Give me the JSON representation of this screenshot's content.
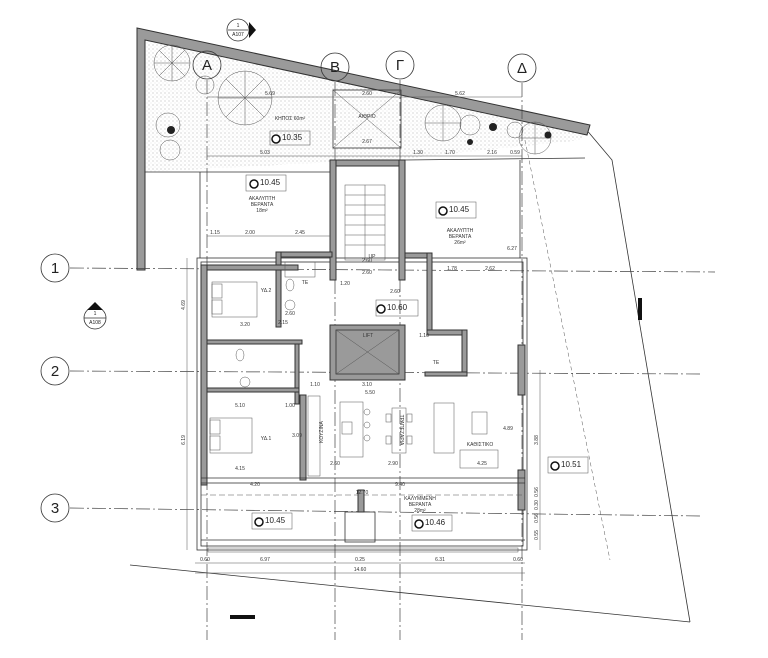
{
  "grid": {
    "columns": [
      "Α",
      "Β",
      "Γ",
      "Δ"
    ],
    "rows": [
      "1",
      "2",
      "3"
    ]
  },
  "section_markers": [
    {
      "number": "1",
      "sheet": "A107"
    },
    {
      "number": "1",
      "sheet": "A108"
    }
  ],
  "levels": [
    "10.35",
    "10.45",
    "10.45",
    "10.60",
    "10.51",
    "10.45",
    "10.46"
  ],
  "rooms": {
    "garden": "ΚΗΠΟΣ 60m²",
    "atrium": "ΑΙΘΡΙΟ",
    "veranda_open_left": [
      "ΑΚΑΛΥΠΤΗ",
      "ΒΕΡΑΝΤΑ",
      "18m²"
    ],
    "veranda_open_right": [
      "ΑΚΑΛΥΠΤΗ",
      "ΒΕΡΑΝΤΑ",
      "26m²"
    ],
    "bedroom2": "ΥΔ.2",
    "bedroom1": "ΥΔ.1",
    "wc1": "ΤΕ",
    "wc2": "ΤΕ",
    "lift": "LIFT",
    "stairs_up": "UP",
    "kitchen": "ΚΟΥΖΙΝΑ",
    "dining": "ΤΡΑΠΕΖΑΡΙΑ",
    "living": "ΚΑΘΙΣΤΙΚΟ",
    "veranda_covered": [
      "ΚΑΛΥΜΜΕΝΗ",
      "ΒΕΡΑΝΤΑ",
      "28m²"
    ]
  },
  "dimensions": {
    "top": [
      "5.69",
      "2.60",
      "5.62"
    ],
    "garden_bottom": [
      "5.03",
      "2.67",
      "1.30",
      "1.70",
      "2.16",
      "0.59"
    ],
    "veranda_row": [
      "1.15",
      "2.00",
      "2.45"
    ],
    "core": [
      "2.60",
      "2.60",
      "2.60",
      "1.20",
      "1.10",
      "3.10",
      "1.10",
      "5.50"
    ],
    "right": [
      "1.78",
      "2.62",
      "6.27"
    ],
    "bedroom2": [
      "3.20",
      "2.15",
      "2.60"
    ],
    "bedroom1": [
      "5.10",
      "1.00",
      "4.15",
      "3.09"
    ],
    "living": [
      "2.60",
      "2.90",
      "4.25",
      "4.89"
    ],
    "veranda": [
      "4.20",
      "9.40",
      "12.70"
    ],
    "bottom": [
      "0.60",
      "6.97",
      "0.25",
      "6.31",
      "0.60"
    ],
    "total": "14.60",
    "left": [
      "4.69",
      "6.19"
    ],
    "right_side": [
      "3.88",
      "0.56",
      "0.30",
      "0.56",
      "0.55"
    ]
  },
  "colors": {
    "wall": "#9a9a9a",
    "line": "#333333",
    "hatch": "#cccccc"
  }
}
